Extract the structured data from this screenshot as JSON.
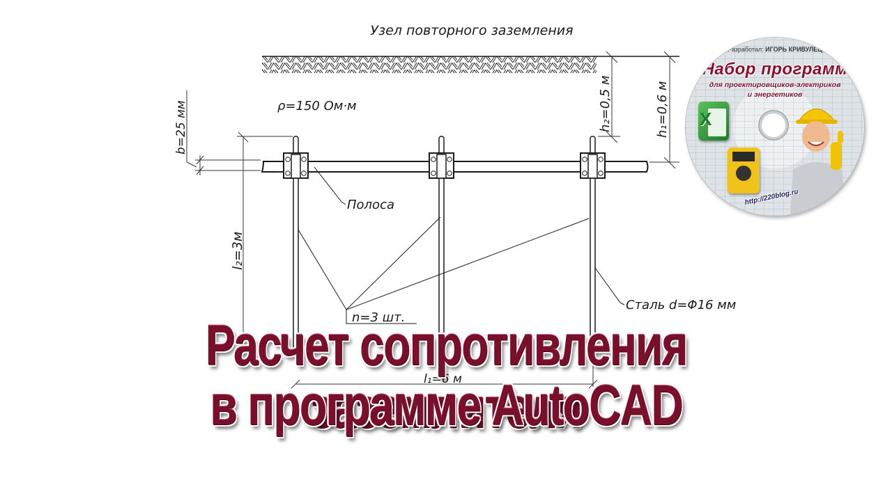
{
  "drawing": {
    "title": "Узел повторного заземления",
    "soil_resistivity": "ρ=150  Ом·м",
    "strip_width": "b=25 мм",
    "depth_top": "h₂=0,5 м",
    "depth_strip": "h₁=0,6 м",
    "electrode_length": "l₂=3м",
    "electrode_spacing": "l₁=6 м",
    "strip_label": "Полоса",
    "electrode_material": "Сталь d=Φ16 мм",
    "electrode_count": "n=3  шт.",
    "colors": {
      "line": "#1a1a1a",
      "dimension": "#444444"
    }
  },
  "headline": {
    "line1": "Расчет сопротивления заземлителя",
    "line2": "в программе AutoCAD",
    "color": "#7a0f2c"
  },
  "disc": {
    "author_prefix": "Разработал:",
    "author_name": "ИГОРЬ КРИВУЛЕЦ",
    "title": "Набор программ",
    "subtitle_1": "для проектировщиков-электриков",
    "subtitle_2": "и энергетиков",
    "url": "http://220blog.ru",
    "icons": [
      "excel-icon",
      "multimeter-icon",
      "engineer-illustration"
    ]
  }
}
